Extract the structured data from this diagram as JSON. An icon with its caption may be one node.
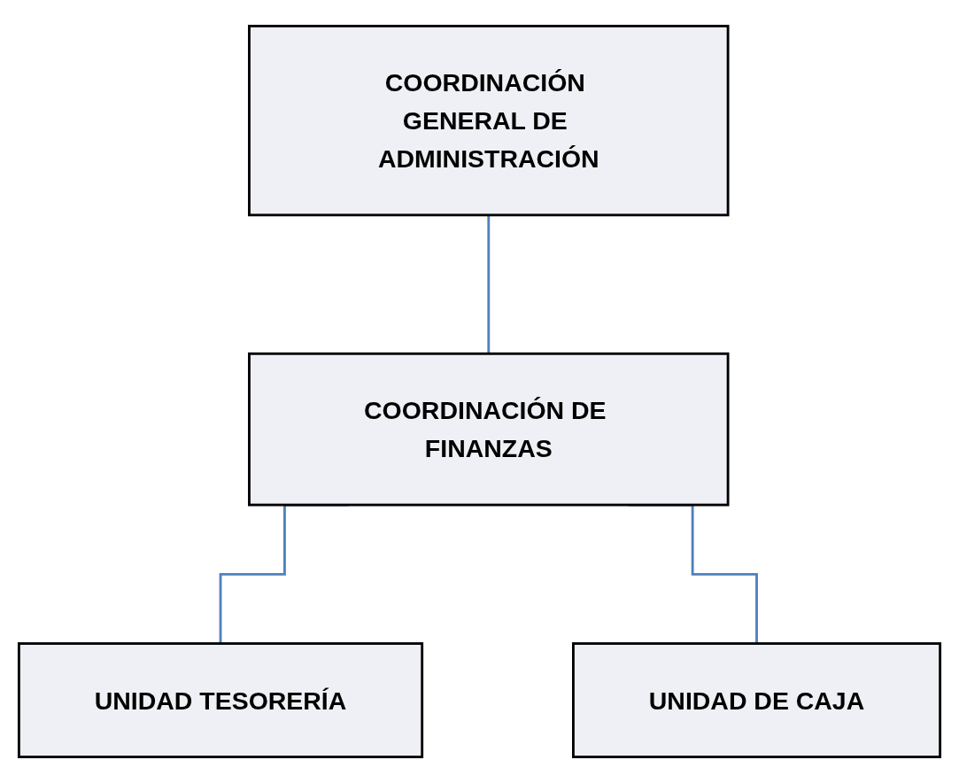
{
  "diagram": {
    "nodes": [
      {
        "text": [
          "COORDINACIÓN GENERAL DE ADMINISTRACIÓN"
        ]
      },
      {
        "text": [
          "COORDINACIÓN DE FINANZAS"
        ]
      },
      {
        "text": [
          "UNIDAD TESORERÍA"
        ]
      },
      {
        "text": [
          "UNIDAD DE CAJA"
        ]
      }
    ],
    "edges": [
      {
        "from": 0,
        "to": 1,
        "arrow": "none"
      },
      {
        "from": 1,
        "to": 2,
        "arrow": "none"
      },
      {
        "from": 1,
        "to": 3,
        "arrow": "none"
      }
    ]
  }
}
